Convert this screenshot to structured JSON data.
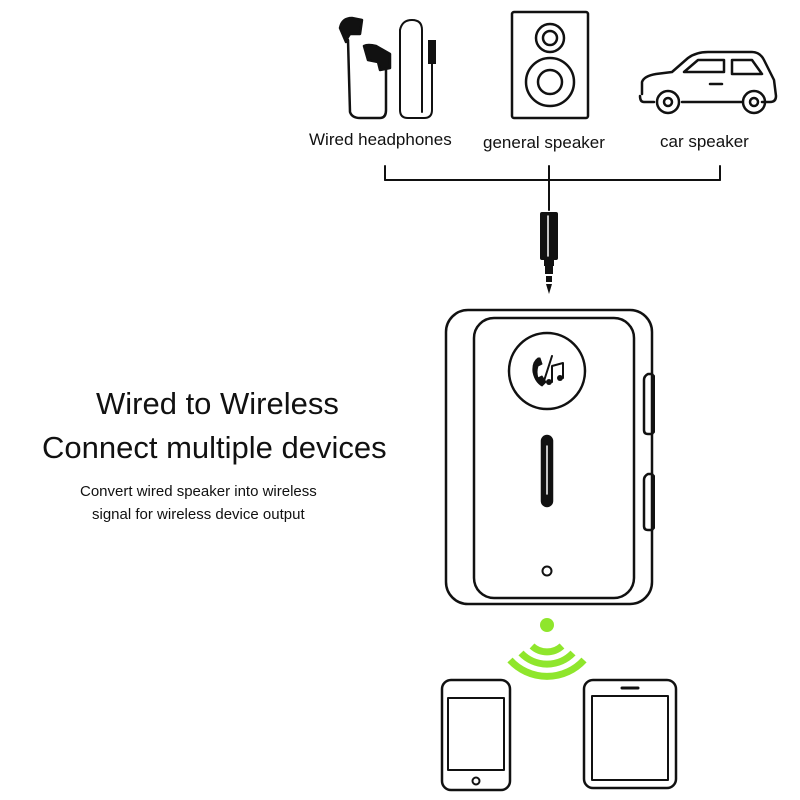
{
  "devices": {
    "wired_headphones_label": "Wired headphones",
    "general_speaker_label": "general speaker",
    "car_speaker_label": "car speaker"
  },
  "headline": {
    "line1": "Wired to Wireless",
    "line2": "Connect multiple devices"
  },
  "description": {
    "line1": "Convert wired speaker into wireless",
    "line2": "signal for wireless device output"
  },
  "colors": {
    "wireless_signal": "#8fe62c",
    "line_art": "#111111"
  },
  "icons": [
    "wired-headphones-icon",
    "speaker-icon",
    "car-icon",
    "audio-jack-icon",
    "call-music-icon",
    "wifi-signal-icon",
    "phone-icon",
    "tablet-icon"
  ]
}
